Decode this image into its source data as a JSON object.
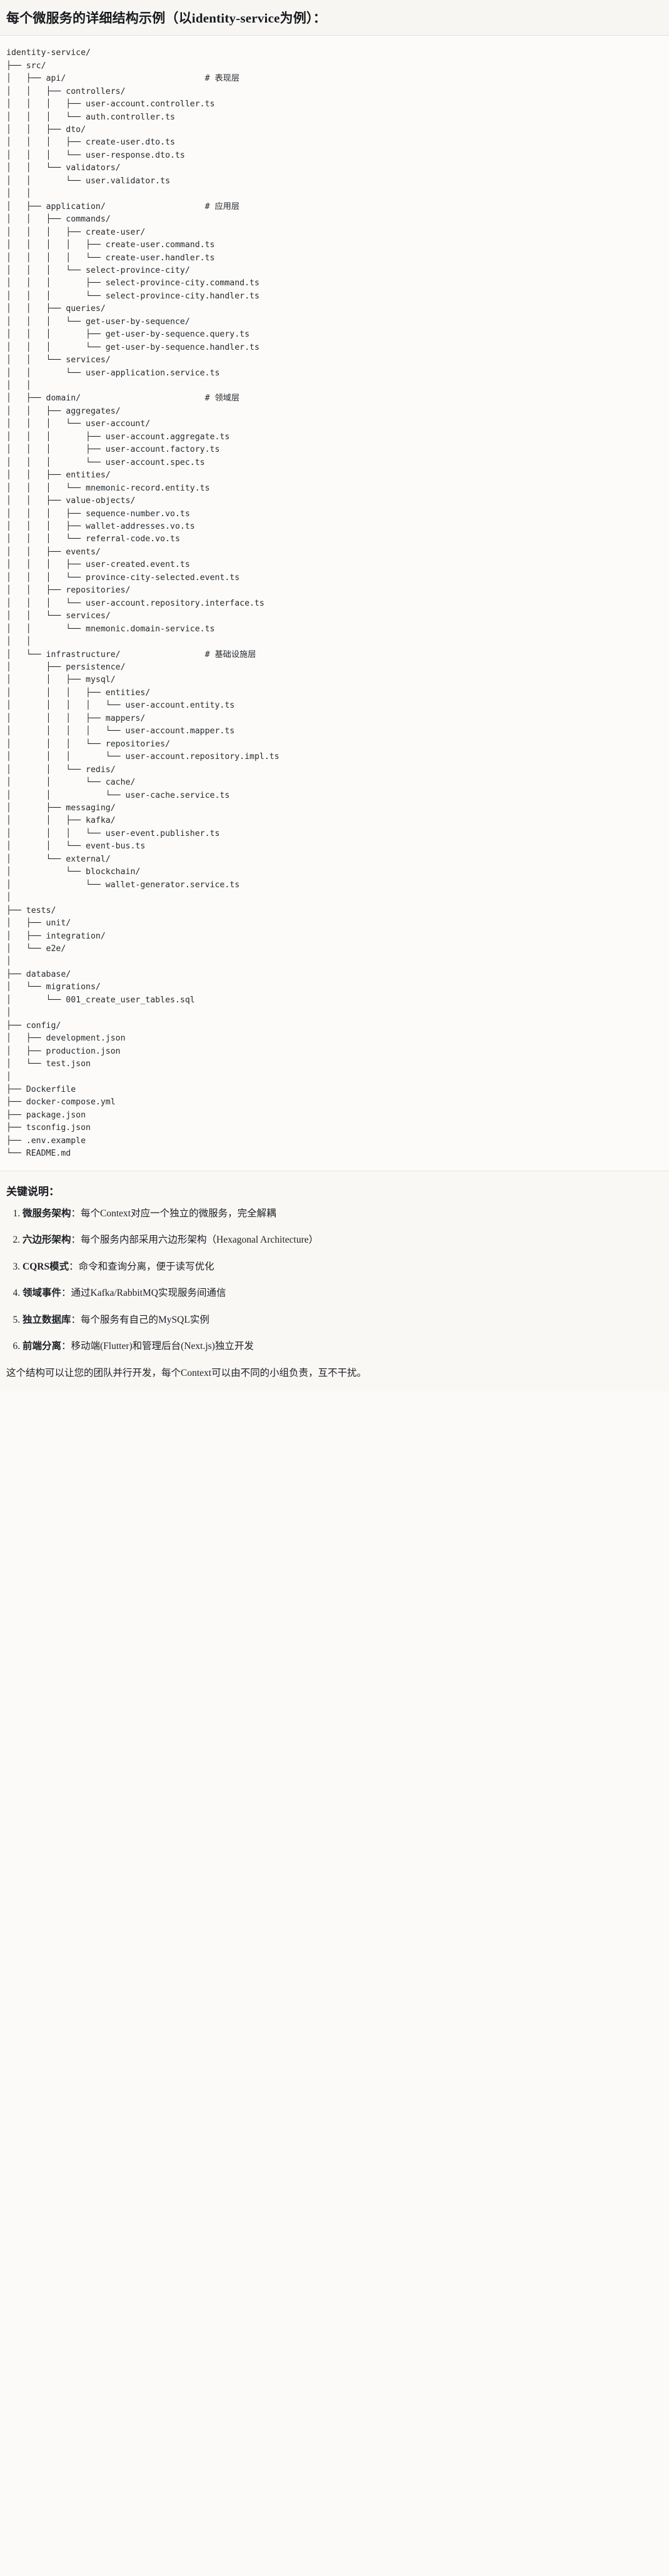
{
  "header": {
    "title": "每个微服务的详细结构示例（以identity-service为例）："
  },
  "tree": {
    "root": "identity-service/",
    "comments": {
      "api": "# 表现层",
      "application": "# 应用层",
      "domain": "# 领域层",
      "infrastructure": "# 基础设施层"
    },
    "text": "identity-service/\n├── src/\n│   ├── api/                            # 表现层\n│   │   ├── controllers/\n│   │   │   ├── user-account.controller.ts\n│   │   │   └── auth.controller.ts\n│   │   ├── dto/\n│   │   │   ├── create-user.dto.ts\n│   │   │   └── user-response.dto.ts\n│   │   └── validators/\n│   │       └── user.validator.ts\n│   │\n│   ├── application/                    # 应用层\n│   │   ├── commands/\n│   │   │   ├── create-user/\n│   │   │   │   ├── create-user.command.ts\n│   │   │   │   └── create-user.handler.ts\n│   │   │   └── select-province-city/\n│   │   │       ├── select-province-city.command.ts\n│   │   │       └── select-province-city.handler.ts\n│   │   ├── queries/\n│   │   │   └── get-user-by-sequence/\n│   │   │       ├── get-user-by-sequence.query.ts\n│   │   │       └── get-user-by-sequence.handler.ts\n│   │   └── services/\n│   │       └── user-application.service.ts\n│   │\n│   ├── domain/                         # 领域层\n│   │   ├── aggregates/\n│   │   │   └── user-account/\n│   │   │       ├── user-account.aggregate.ts\n│   │   │       ├── user-account.factory.ts\n│   │   │       └── user-account.spec.ts\n│   │   ├── entities/\n│   │   │   └── mnemonic-record.entity.ts\n│   │   ├── value-objects/\n│   │   │   ├── sequence-number.vo.ts\n│   │   │   ├── wallet-addresses.vo.ts\n│   │   │   └── referral-code.vo.ts\n│   │   ├── events/\n│   │   │   ├── user-created.event.ts\n│   │   │   └── province-city-selected.event.ts\n│   │   ├── repositories/\n│   │   │   └── user-account.repository.interface.ts\n│   │   └── services/\n│   │       └── mnemonic.domain-service.ts\n│   │\n│   └── infrastructure/                 # 基础设施层\n│       ├── persistence/\n│       │   ├── mysql/\n│       │   │   ├── entities/\n│       │   │   │   └── user-account.entity.ts\n│       │   │   ├── mappers/\n│       │   │   │   └── user-account.mapper.ts\n│       │   │   └── repositories/\n│       │   │       └── user-account.repository.impl.ts\n│       │   └── redis/\n│       │       └── cache/\n│       │           └── user-cache.service.ts\n│       ├── messaging/\n│       │   ├── kafka/\n│       │   │   └── user-event.publisher.ts\n│       │   └── event-bus.ts\n│       └── external/\n│           └── blockchain/\n│               └── wallet-generator.service.ts\n│\n├── tests/\n│   ├── unit/\n│   ├── integration/\n│   └── e2e/\n│\n├── database/\n│   └── migrations/\n│       └── 001_create_user_tables.sql\n│\n├── config/\n│   ├── development.json\n│   ├── production.json\n│   └── test.json\n│\n├── Dockerfile\n├── docker-compose.yml\n├── package.json\n├── tsconfig.json\n├── .env.example\n└── README.md"
  },
  "notes": {
    "heading": "关键说明：",
    "items": [
      {
        "term": "微服务架构",
        "desc": "：每个Context对应一个独立的微服务，完全解耦"
      },
      {
        "term": "六边形架构",
        "desc": "：每个服务内部采用六边形架构（Hexagonal Architecture）"
      },
      {
        "term": "CQRS模式",
        "desc": "：命令和查询分离，便于读写优化"
      },
      {
        "term": "领域事件",
        "desc": "：通过Kafka/RabbitMQ实现服务间通信"
      },
      {
        "term": "独立数据库",
        "desc": "：每个服务有自己的MySQL实例"
      },
      {
        "term": "前端分离",
        "desc": "：移动端(Flutter)和管理后台(Next.js)独立开发"
      }
    ],
    "closing": "这个结构可以让您的团队并行开发，每个Context可以由不同的小组负责，互不干扰。"
  }
}
